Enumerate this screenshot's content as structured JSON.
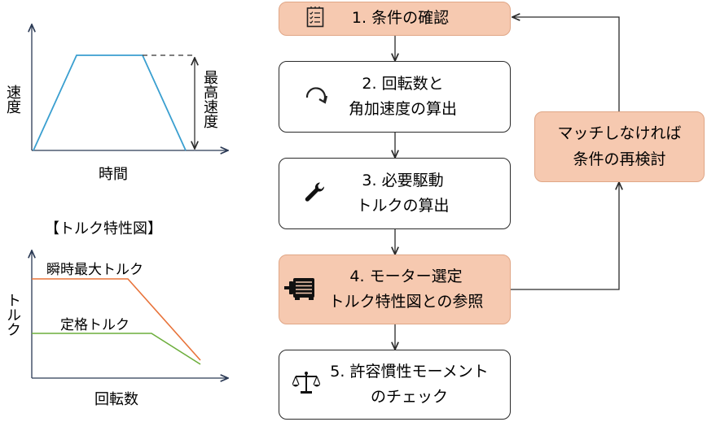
{
  "flow_steps": [
    {
      "label": "1. 条件の確認",
      "icon": "checklist-icon",
      "highlighted": true
    },
    {
      "label": "2. 回転数と\n角加速度の算出",
      "icon": "rotate-arrow-icon",
      "highlighted": false
    },
    {
      "label": "3. 必要駆動\nトルクの算出",
      "icon": "wrench-icon",
      "highlighted": false
    },
    {
      "label": "4. モーター選定\nトルク特性図との参照",
      "icon": "motor-icon",
      "highlighted": true
    },
    {
      "label": "5. 許容慣性モーメント\nのチェック",
      "icon": "balance-scale-icon",
      "highlighted": false
    }
  ],
  "loop_box": {
    "label": "マッチしなければ\n条件の再検討"
  },
  "speed_chart": {
    "type": "line",
    "x_label": "時間",
    "y_label": "速度",
    "max_label": "最高速度",
    "profile": [
      "acceleration",
      "constant",
      "deceleration"
    ],
    "line_color": "#3a9fd0"
  },
  "torque_chart": {
    "type": "line",
    "title": "【トルク特性図】",
    "x_label": "回転数",
    "y_label": "トルク",
    "series": [
      {
        "name": "瞬時最大トルク",
        "color": "#e8733a"
      },
      {
        "name": "定格トルク",
        "color": "#6cae3c"
      }
    ]
  },
  "colors": {
    "highlight_fill": "#f6c9b0",
    "highlight_border": "#e0a686",
    "axis": "#2b3a55",
    "connector": "#2a2a2a"
  }
}
